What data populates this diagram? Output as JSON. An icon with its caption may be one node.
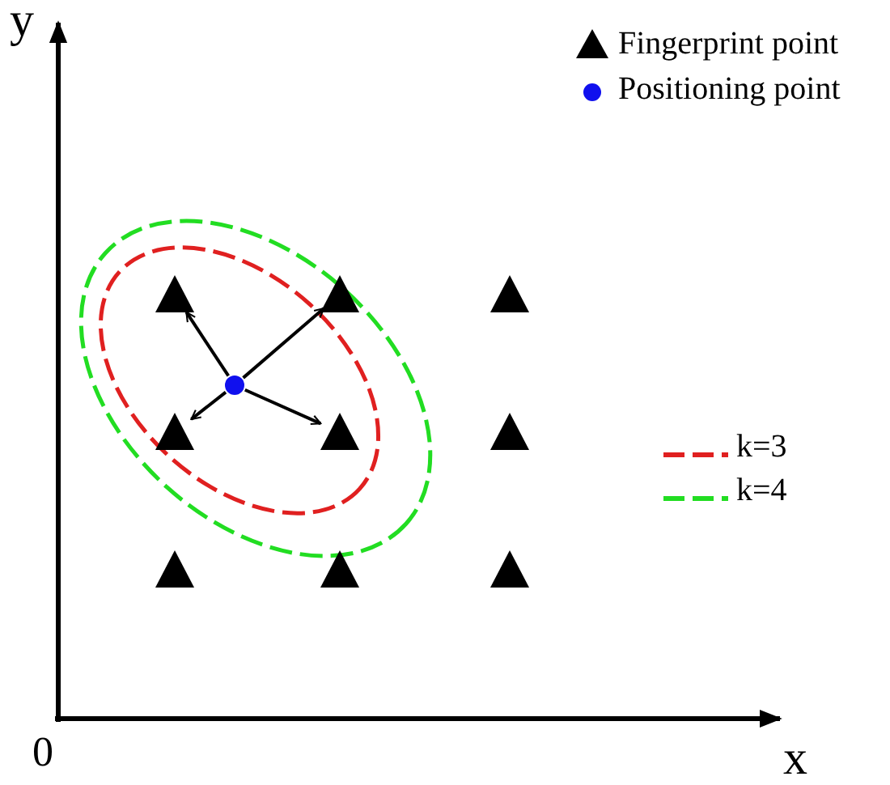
{
  "diagram": {
    "nodes": [
      {
        "text": [],
        "shape": "triangle"
      },
      {
        "text": [],
        "shape": "triangle"
      },
      {
        "text": [],
        "shape": "triangle"
      },
      {
        "text": [],
        "shape": "circle"
      },
      {
        "text": [],
        "shape": "triangle"
      },
      {
        "text": [],
        "shape": "triangle"
      },
      {
        "text": [],
        "shape": "triangle"
      },
      {
        "text": [],
        "shape": "triangle"
      },
      {
        "text": [],
        "shape": "triangle"
      },
      {
        "text": [],
        "shape": "triangle"
      }
    ],
    "edges": [
      {
        "from": 3,
        "to": 0,
        "arrow": "to"
      },
      {
        "from": 3,
        "to": 1,
        "arrow": "to"
      },
      {
        "from": 3,
        "to": 4,
        "arrow": "to"
      },
      {
        "from": 3,
        "to": 5,
        "arrow": "to"
      }
    ],
    "labels": [
      "y",
      "x",
      "0"
    ],
    "legend": [
      {
        "text": "Fingerprint point"
      },
      {
        "text": "Positioning point"
      },
      {
        "text": "k=3"
      },
      {
        "text": "k=4"
      }
    ]
  }
}
